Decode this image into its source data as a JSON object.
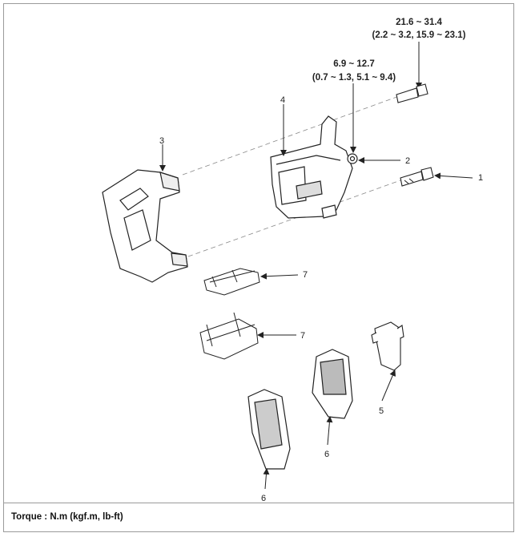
{
  "torque_specs": {
    "caliper_bolt": {
      "line1": "21.6 ~ 31.4",
      "line2": "(2.2 ~ 3.2, 15.9 ~ 23.1)"
    },
    "bleeder": {
      "line1": "6.9 ~ 12.7",
      "line2": "(0.7 ~ 1.3, 5.1 ~ 9.4)"
    }
  },
  "callouts": {
    "c1": "1",
    "c2": "2",
    "c3": "3",
    "c4": "4",
    "c5": "5",
    "c6a": "6",
    "c6b": "6",
    "c7a": "7",
    "c7b": "7"
  },
  "footer": {
    "label": "Torque : N.m (kgf.m, lb-ft)"
  }
}
